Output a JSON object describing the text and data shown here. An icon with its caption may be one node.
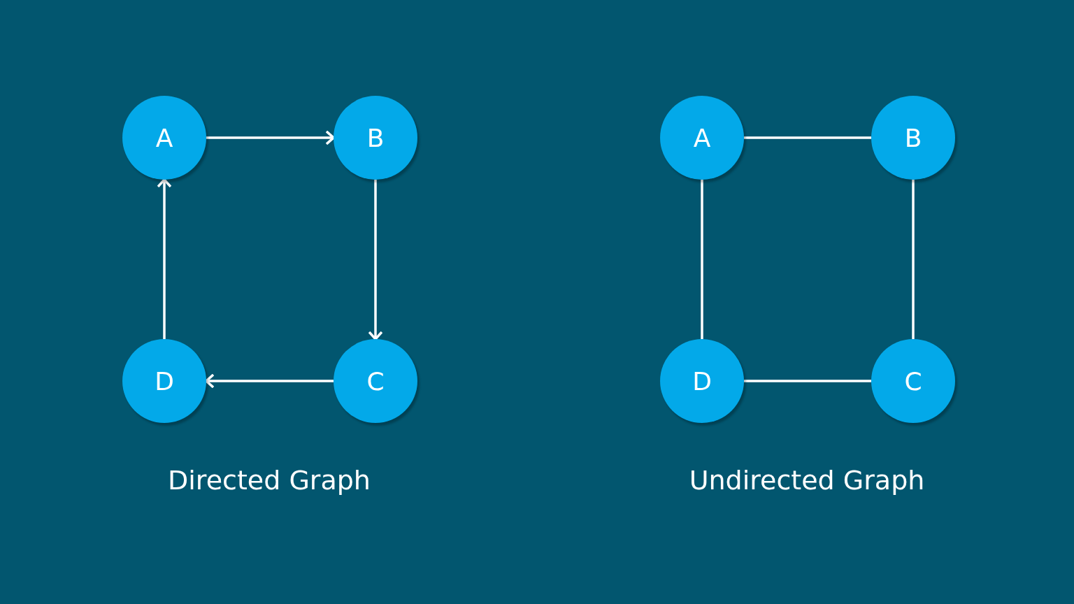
{
  "diagram": {
    "nodes": [
      {
        "text": [
          "A"
        ]
      },
      {
        "text": [
          "B"
        ]
      },
      {
        "text": [
          "C"
        ]
      },
      {
        "text": [
          "D"
        ]
      },
      {
        "text": [
          "A"
        ]
      },
      {
        "text": [
          "B"
        ]
      },
      {
        "text": [
          "C"
        ]
      },
      {
        "text": [
          "D"
        ]
      }
    ],
    "edges": [
      {
        "from": 0,
        "to": 1,
        "arrow": "to"
      },
      {
        "from": 1,
        "to": 2,
        "arrow": "to"
      },
      {
        "from": 2,
        "to": 3,
        "arrow": "to"
      },
      {
        "from": 3,
        "to": 0,
        "arrow": "to"
      },
      {
        "from": 4,
        "to": 5,
        "arrow": "none"
      },
      {
        "from": 5,
        "to": 6,
        "arrow": "none"
      },
      {
        "from": 7,
        "to": 6,
        "arrow": "none"
      },
      {
        "from": 4,
        "to": 7,
        "arrow": "none"
      }
    ],
    "labels": [
      "Directed Graph",
      "Undirected Graph"
    ]
  }
}
